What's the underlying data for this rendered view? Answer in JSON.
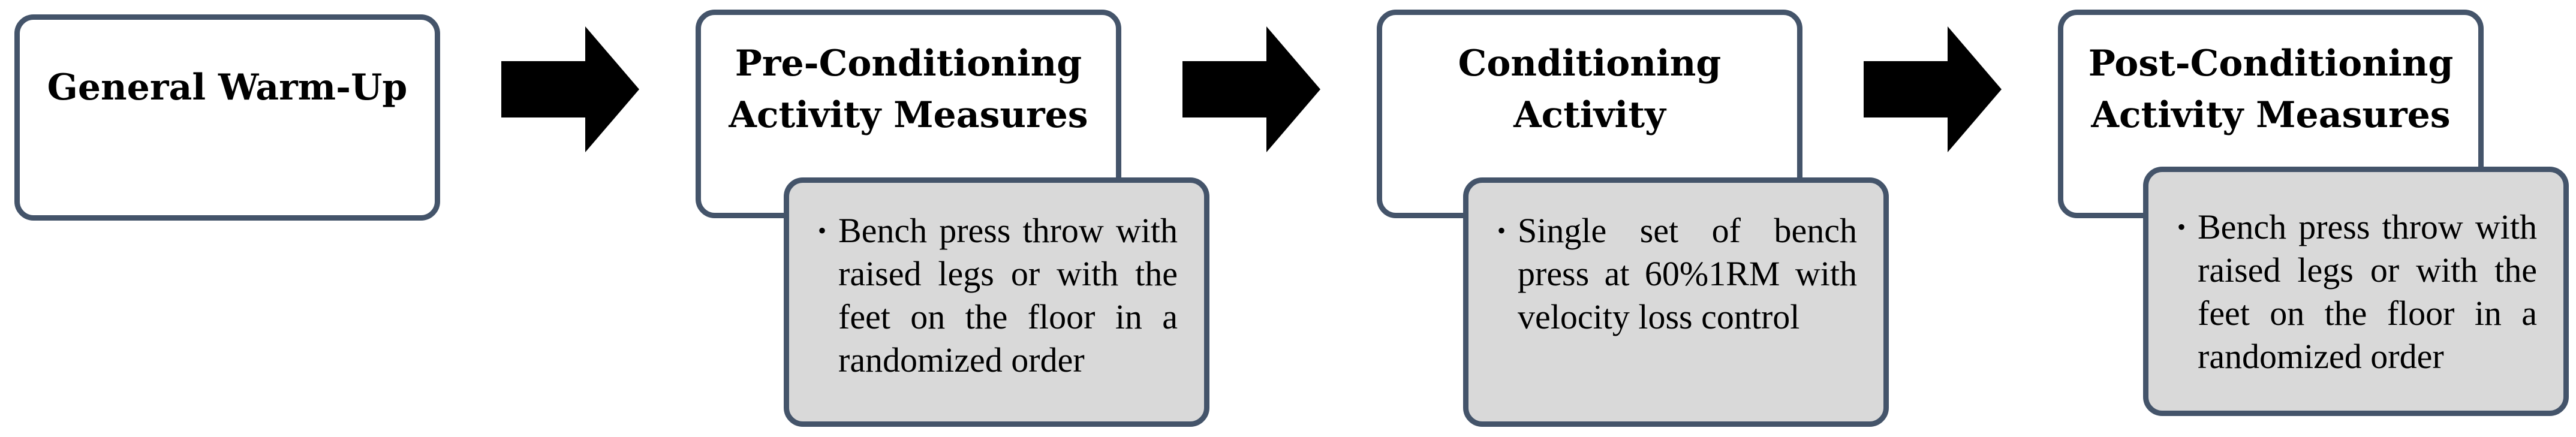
{
  "stages": [
    {
      "title": "General Warm-Up"
    },
    {
      "title": "Pre-Conditioning Activity Measures",
      "details": [
        "Bench press throw with raised legs or with the feet on the floor in a randomized order"
      ]
    },
    {
      "title": "Conditioning Activity",
      "details": [
        "Single set of bench press at 60%1RM with velocity loss control"
      ]
    },
    {
      "title": "Post-Conditioning Activity Measures",
      "details": [
        "Bench press throw with raised legs or with the feet on the floor in a randomized order"
      ]
    }
  ],
  "bullet_symbol": "•",
  "colors": {
    "border": "#44546a",
    "detail_fill": "#d9d9d9",
    "arrow": "#000000"
  },
  "icons": {
    "flow_arrow": "right-arrow-icon"
  }
}
